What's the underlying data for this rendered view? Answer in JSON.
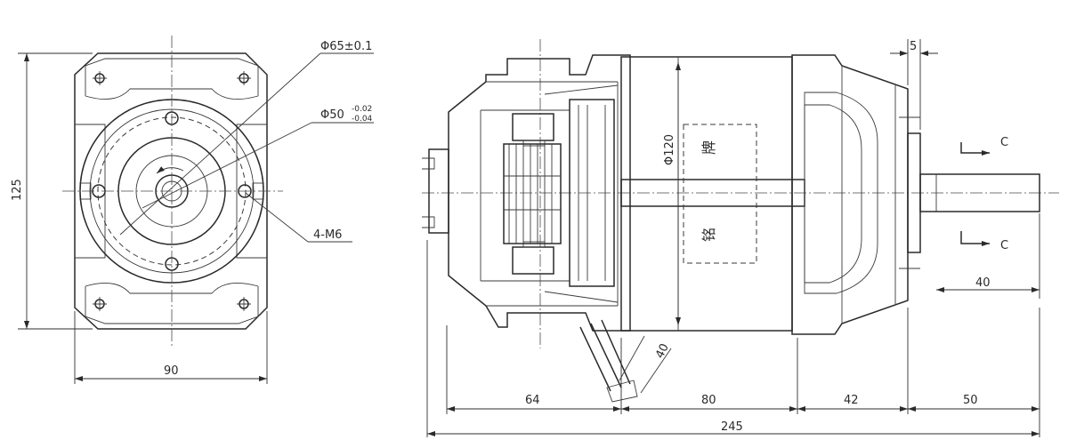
{
  "front_view": {
    "dim_height": "125",
    "dim_width": "90",
    "dim_outer_dia": "Φ65±0.1",
    "dim_pilot_dia": "Φ50",
    "dim_pilot_tol_upper": "-0.02",
    "dim_pilot_tol_lower": "-0.04",
    "thread_callout": "4-M6"
  },
  "side_view": {
    "dim_flange": "5",
    "dim_stator_dia": "Φ120",
    "dim_shaft": "40",
    "dim_lead": "40",
    "dim_seg_1": "64",
    "dim_seg_2": "80",
    "dim_seg_3": "42",
    "dim_seg_4": "50",
    "dim_total": "245",
    "section_mark_top": "C",
    "section_mark_bottom": "C",
    "nameplate_char_1": "牌",
    "nameplate_char_2": "铭"
  }
}
